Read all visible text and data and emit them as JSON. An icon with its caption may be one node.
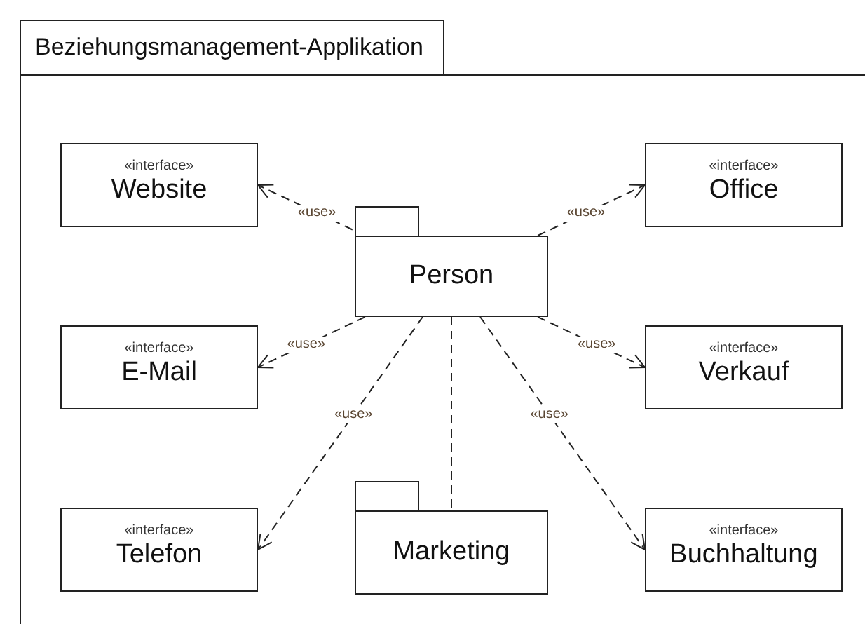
{
  "diagram": {
    "nodes": [
      {
        "text": [
          "Beziehungsmanagement-Applikation"
        ]
      },
      {
        "text": [
          "«interface»",
          "Website"
        ],
        "in": 0
      },
      {
        "text": [
          "«interface»",
          "Office"
        ],
        "in": 0
      },
      {
        "text": [
          "Person"
        ],
        "in": 0
      },
      {
        "text": [
          "«interface»",
          "E-Mail"
        ],
        "in": 0
      },
      {
        "text": [
          "«interface»",
          "Verkauf"
        ],
        "in": 0
      },
      {
        "text": [
          "«interface»",
          "Telefon"
        ],
        "in": 0
      },
      {
        "text": [
          "Marketing"
        ],
        "in": 0
      },
      {
        "text": [
          "«interface»",
          "Buchhaltung"
        ],
        "in": 0
      }
    ],
    "edges": [
      {
        "from": 3,
        "to": 1,
        "arrow": "to",
        "label": "«use»",
        "style": "dashed"
      },
      {
        "from": 3,
        "to": 2,
        "arrow": "to",
        "label": "«use»",
        "style": "dashed"
      },
      {
        "from": 3,
        "to": 4,
        "arrow": "to",
        "label": "«use»",
        "style": "dashed"
      },
      {
        "from": 3,
        "to": 5,
        "arrow": "to",
        "label": "«use»",
        "style": "dashed"
      },
      {
        "from": 3,
        "to": 6,
        "arrow": "to",
        "label": "«use»",
        "style": "dashed"
      },
      {
        "from": 3,
        "to": 8,
        "arrow": "to",
        "label": "«use»",
        "style": "dashed"
      },
      {
        "from": 3,
        "to": 7,
        "arrow": "none",
        "style": "dashed"
      }
    ]
  }
}
